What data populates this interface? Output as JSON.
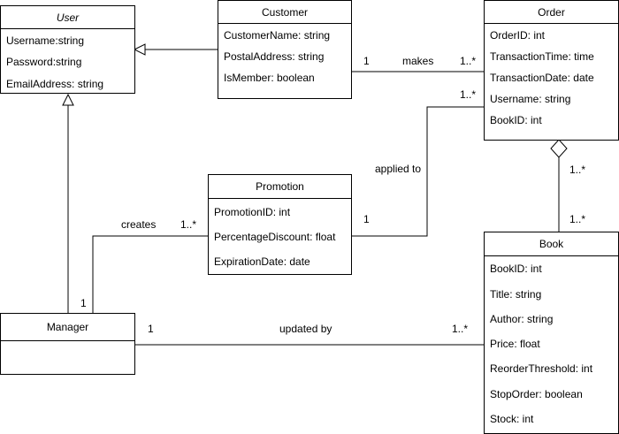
{
  "classes": {
    "user": {
      "name": "User",
      "attributes": [
        "Username:string",
        "Password:string",
        "EmailAddress: string"
      ]
    },
    "customer": {
      "name": "Customer",
      "attributes": [
        "CustomerName: string",
        "PostalAddress: string",
        "IsMember: boolean"
      ]
    },
    "order": {
      "name": "Order",
      "attributes": [
        "OrderID: int",
        "TransactionTime: time",
        "TransactionDate: date",
        "Username: string",
        "BookID: int"
      ]
    },
    "promotion": {
      "name": "Promotion",
      "attributes": [
        "PromotionID: int",
        "PercentageDiscount: float",
        "ExpirationDate: date"
      ]
    },
    "manager": {
      "name": "Manager",
      "attributes": []
    },
    "book": {
      "name": "Book",
      "attributes": [
        "BookID: int",
        "Title: string",
        "Author: string",
        "Price: float",
        "ReorderThreshold: int",
        "StopOrder: boolean",
        "Stock: int"
      ]
    }
  },
  "associations": {
    "makes": {
      "label": "makes",
      "source_mult": "1",
      "target_mult": "1..*"
    },
    "applied_to": {
      "label": "applied to",
      "source_mult": "1",
      "target_mult": "1..*"
    },
    "creates": {
      "label": "creates",
      "source_mult": "1",
      "target_mult": "1..*"
    },
    "updated_by": {
      "label": "updated by",
      "source_mult": "1",
      "target_mult": "1..*"
    },
    "order_book": {
      "whole_mult": "1..*",
      "part_mult": "1..*"
    }
  }
}
